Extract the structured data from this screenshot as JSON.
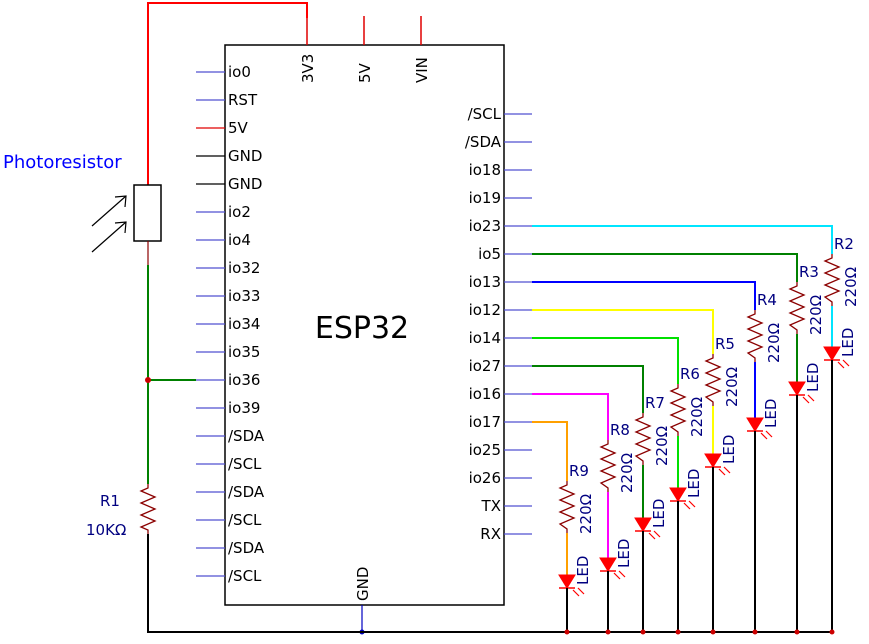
{
  "chip": {
    "name": "ESP32",
    "top_pins": [
      {
        "label": "3V3",
        "color": "#e00000"
      },
      {
        "label": "5V",
        "color": "#e00000"
      },
      {
        "label": "VIN",
        "color": "#e00000"
      }
    ],
    "bottom_pin": {
      "label": "GND",
      "color": "#0000c0"
    },
    "left_pins": [
      {
        "label": "io0",
        "color": "#5050d0"
      },
      {
        "label": "RST",
        "color": "#5050d0"
      },
      {
        "label": "5V",
        "color": "#e00000"
      },
      {
        "label": "GND",
        "color": "#000000"
      },
      {
        "label": "GND",
        "color": "#000000"
      },
      {
        "label": "io2",
        "color": "#5050d0"
      },
      {
        "label": "io4",
        "color": "#5050d0"
      },
      {
        "label": "io32",
        "color": "#5050d0"
      },
      {
        "label": "io33",
        "color": "#5050d0"
      },
      {
        "label": "io34",
        "color": "#5050d0"
      },
      {
        "label": "io35",
        "color": "#5050d0"
      },
      {
        "label": "io36",
        "color": "#5050d0"
      },
      {
        "label": "io39",
        "color": "#5050d0"
      },
      {
        "label": "/SDA",
        "color": "#5050d0"
      },
      {
        "label": "/SCL",
        "color": "#5050d0"
      },
      {
        "label": "/SDA",
        "color": "#5050d0"
      },
      {
        "label": "/SCL",
        "color": "#5050d0"
      },
      {
        "label": "/SDA",
        "color": "#5050d0"
      },
      {
        "label": "/SCL",
        "color": "#5050d0"
      }
    ],
    "right_pins": [
      {
        "label": "/SCL",
        "color": "#5050d0"
      },
      {
        "label": "/SDA",
        "color": "#5050d0"
      },
      {
        "label": "io18",
        "color": "#5050d0"
      },
      {
        "label": "io19",
        "color": "#5050d0"
      },
      {
        "label": "io23",
        "color": "#5050d0"
      },
      {
        "label": "io5",
        "color": "#5050d0"
      },
      {
        "label": "io13",
        "color": "#5050d0"
      },
      {
        "label": "io12",
        "color": "#5050d0"
      },
      {
        "label": "io14",
        "color": "#5050d0"
      },
      {
        "label": "io27",
        "color": "#5050d0"
      },
      {
        "label": "io16",
        "color": "#5050d0"
      },
      {
        "label": "io17",
        "color": "#5050d0"
      },
      {
        "label": "io25",
        "color": "#5050d0"
      },
      {
        "label": "io26",
        "color": "#5050d0"
      },
      {
        "label": "TX",
        "color": "#5050d0"
      },
      {
        "label": "RX",
        "color": "#5050d0"
      }
    ]
  },
  "photoresistor": {
    "label": "Photoresistor",
    "color": "#0000ff"
  },
  "r1": {
    "name": "R1",
    "value": "10KΩ"
  },
  "led_label": "LED",
  "led_channels": [
    {
      "resistor": "R2",
      "value": "220Ω",
      "wire_color": "#00e5ff"
    },
    {
      "resistor": "R3",
      "value": "220Ω",
      "wire_color": "#008000"
    },
    {
      "resistor": "R4",
      "value": "220Ω",
      "wire_color": "#0000ff"
    },
    {
      "resistor": "R5",
      "value": "220Ω",
      "wire_color": "#ffff00"
    },
    {
      "resistor": "R6",
      "value": "220Ω",
      "wire_color": "#00e000"
    },
    {
      "resistor": "R7",
      "value": "220Ω",
      "wire_color": "#008000"
    },
    {
      "resistor": "R8",
      "value": "220Ω",
      "wire_color": "#ff00ff"
    },
    {
      "resistor": "R9",
      "value": "220Ω",
      "wire_color": "#ffa000"
    }
  ],
  "colors": {
    "power": "#ff0000",
    "ground": "#000000",
    "signal": "#008000",
    "led": "#ff0000",
    "resistor": "#8b0000",
    "label": "#000080"
  }
}
